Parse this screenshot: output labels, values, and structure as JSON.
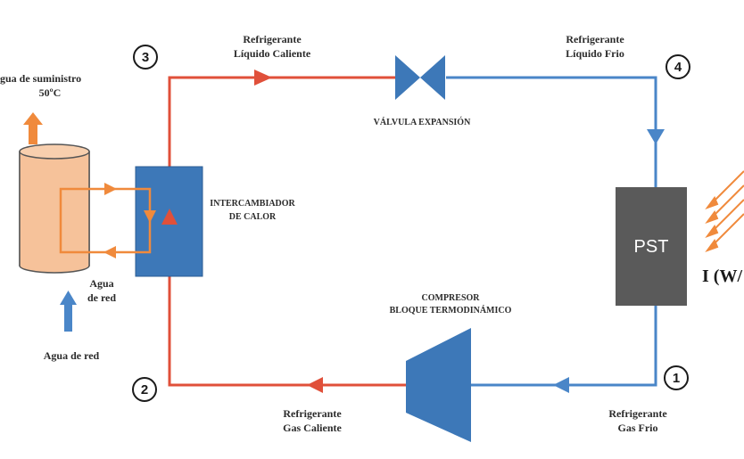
{
  "labels": {
    "hot_liquid_line1": "Refrigerante",
    "hot_liquid_line2": "Líquido Caliente",
    "cold_liquid_line1": "Refrigerante",
    "cold_liquid_line2": "Líquido Frio",
    "supply_water_line1": "gua de suministro",
    "supply_water_line2": "50ºC",
    "valve": "VÁLVULA EXPANSIÓN",
    "exchanger_line1": "INTERCAMBIADOR",
    "exchanger_line2": "DE CALOR",
    "mains_water_side_line1": "Agua",
    "mains_water_side_line2": "de red",
    "mains_water_bottom": "Agua de red",
    "compressor_line1": "COMPRESOR",
    "compressor_line2": "BLOQUE TERMODINÁMICO",
    "hot_gas_line1": "Refrigerante",
    "hot_gas_line2": "Gas Caliente",
    "cold_gas_line1": "Refrigerante",
    "cold_gas_line2": "Gas Frio",
    "pst": "PST",
    "irradiance": "I (W/"
  },
  "states": {
    "s1": "1",
    "s2": "2",
    "s3": "3",
    "s4": "4"
  },
  "colors": {
    "hot_line": "#e0503a",
    "cold_line": "#4a86c8",
    "water_arrow": "#f08a3c",
    "tank_fill": "#f6c29a",
    "component_blue": "#3d78b8",
    "panel_gray": "#5a5a5a"
  },
  "icons": {
    "valve": "expansion-valve-icon",
    "compressor": "compressor-icon",
    "tank": "water-tank-icon",
    "sun_rays": "solar-rays-icon"
  }
}
